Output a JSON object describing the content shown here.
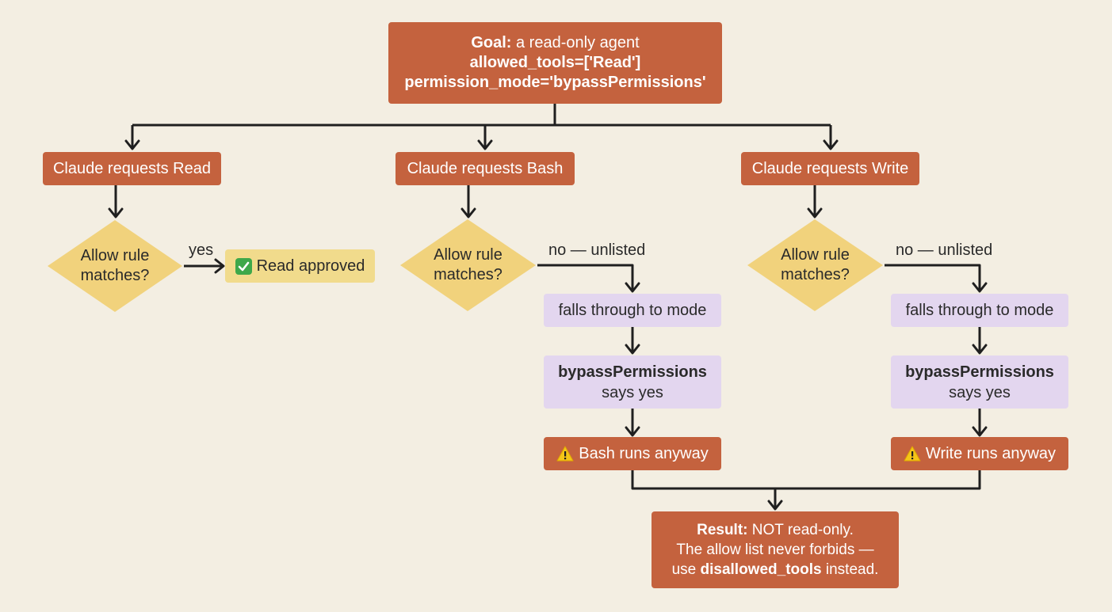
{
  "goal": {
    "prefix": "Goal:",
    "rest": " a read-only agent",
    "line2": "allowed_tools=['Read']",
    "line3": "permission_mode='bypassPermissions'"
  },
  "branches": [
    {
      "request": "Claude requests Read",
      "decision_line1": "Allow rule",
      "decision_line2": "matches?",
      "edge_label": "yes",
      "outcome": "Read approved",
      "outcome_icon": "check-mark-icon"
    },
    {
      "request": "Claude requests Bash",
      "decision_line1": "Allow rule",
      "decision_line2": "matches?",
      "edge_label": "no — unlisted",
      "fallthrough": "falls through to mode",
      "mode_bold": "bypassPermissions",
      "mode_rest": "says yes",
      "outcome": "Bash runs anyway",
      "outcome_icon": "warning-icon"
    },
    {
      "request": "Claude requests Write",
      "decision_line1": "Allow rule",
      "decision_line2": "matches?",
      "edge_label": "no — unlisted",
      "fallthrough": "falls through to mode",
      "mode_bold": "bypassPermissions",
      "mode_rest": "says yes",
      "outcome": "Write runs anyway",
      "outcome_icon": "warning-icon"
    }
  ],
  "result": {
    "prefix": "Result:",
    "rest": " NOT read-only.",
    "line2": "The allow list never forbids —",
    "line3_pre": "use ",
    "line3_bold": "disallowed_tools",
    "line3_post": " instead."
  },
  "colors": {
    "background": "#f3eee2",
    "orange": "#c4623e",
    "decision": "#f1d27c",
    "approved": "#f1db8c",
    "lavender": "#e3d6ef",
    "line": "#1f1f1f"
  }
}
